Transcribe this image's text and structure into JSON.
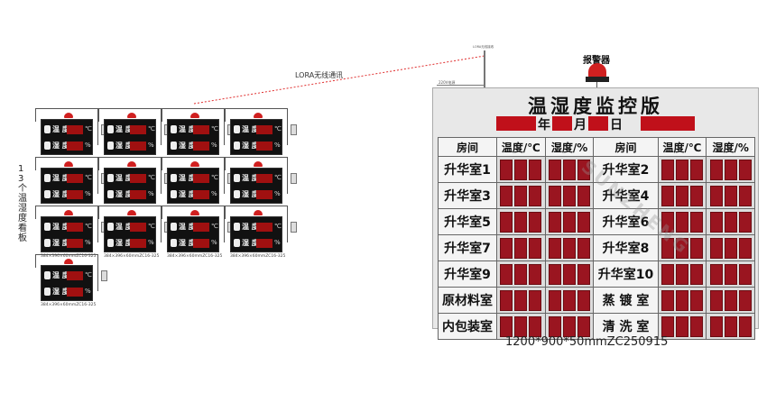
{
  "side_label": "13个温湿度看板",
  "small_device": {
    "temp_label": "温 度",
    "hum_label": "湿 度",
    "temp_unit": "℃",
    "hum_unit": "%",
    "caption": "384×396×60mmZC16-325"
  },
  "lora_label": "LORA无线通讯",
  "lora_receiver_label": "LORA无线接收",
  "power_label": "220V电源",
  "alarm_label": "报警器",
  "board": {
    "title": "温湿度监控版",
    "year_label": "年",
    "month_label": "月",
    "day_label": "日",
    "headers": [
      "房间",
      "温度/℃",
      "湿度/%",
      "房间",
      "温度/℃",
      "湿度/%"
    ],
    "rows": [
      [
        "升华室1",
        "升华室2"
      ],
      [
        "升华室3",
        "升华室4"
      ],
      [
        "升华室5",
        "升华室6"
      ],
      [
        "升华室7",
        "升华室8"
      ],
      [
        "升华室9",
        "升华室10"
      ],
      [
        "原材料室",
        "蒸 镀 室"
      ],
      [
        "内包装室",
        "清 洗 室"
      ]
    ]
  },
  "board_caption": "1200*900*50mmZC250915",
  "watermark": "SUNZHENG",
  "colors": {
    "led_red": "#c0101a",
    "lamp_red": "#d02020",
    "lora_line": "#e03030"
  }
}
